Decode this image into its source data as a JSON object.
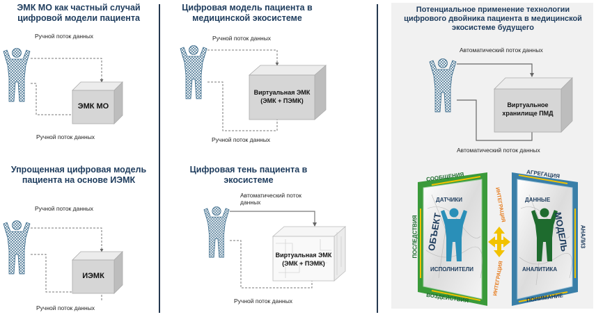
{
  "panel1": {
    "title": "ЭМК МО как частный случай цифровой модели пациента",
    "flow_top": "Ручной поток данных",
    "flow_bottom": "Ручной поток данных",
    "box": "ЭМК МО"
  },
  "panel2": {
    "title": "Упрощенная цифровая модель пациента на основе ИЭМК",
    "flow_top": "Ручной поток данных",
    "flow_bottom": "Ручной поток данных",
    "box": "ИЭМК"
  },
  "panel3": {
    "title": "Цифровая модель пациента в медицинской экосистеме",
    "flow_top": "Ручной поток данных",
    "flow_bottom": "Ручной поток данных",
    "box_line1": "Виртуальная ЭМК",
    "box_line2": "(ЭМК + ПЭМК)"
  },
  "panel4": {
    "title": "Цифровая тень пациента в экосистеме",
    "flow_top_line1": "Автоматический поток",
    "flow_top_line2": "данных",
    "flow_bottom": "Ручной поток данных",
    "box_line1": "Виртуальная ЭМК",
    "box_line2": "(ЭМК + ПЭМК)"
  },
  "panel5": {
    "title": "Потенциальное применение технологии цифрового двойника пациента в медицинской экосистеме будущего",
    "flow_top": "Автоматический поток данных",
    "flow_bottom": "Автоматический поток данных",
    "box_line1": "Виртуальное",
    "box_line2": "хранилище ПМД"
  },
  "twin": {
    "left_panel": {
      "vertical_label": "ОБЪЕКТ",
      "inner_top": "ДАТЧИКИ",
      "inner_bottom": "ИСПОЛНИТЕЛИ",
      "outer_top": "СООБЩЕНИЯ",
      "outer_left": "ПОСЛЕДСТВИЯ",
      "outer_bottom": "ВОЗДЕЙСТВИЯ"
    },
    "right_panel": {
      "vertical_label": "МОДЕЛЬ",
      "inner_top": "ДАННЫЕ",
      "inner_bottom": "АНАЛИТИКА",
      "outer_top": "АГРЕГАЦИЯ",
      "outer_right": "АНАЛИЗ",
      "outer_bottom": "ПОНИМАНИЕ"
    },
    "integration_top": "ИНТЕГРАЦИЯ",
    "integration_bottom": "ИНТЕГРАЦИЯ",
    "colors": {
      "object_person": "#2a8fb8",
      "model_person": "#1e6b2e",
      "green_frame": "#3a9a3a",
      "blue_frame": "#3a7fa8",
      "integration": "#e67e22",
      "arrows": "#f2c200"
    }
  }
}
